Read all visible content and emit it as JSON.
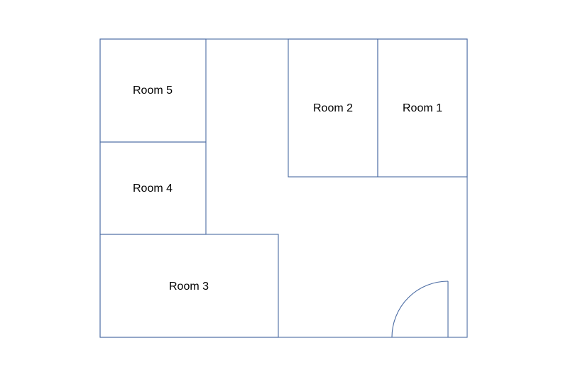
{
  "floorplan": {
    "line_color": "#4a6ba3",
    "rooms": [
      {
        "label": "Room 1"
      },
      {
        "label": "Room 2"
      },
      {
        "label": "Room 3"
      },
      {
        "label": "Room 4"
      },
      {
        "label": "Room 5"
      }
    ],
    "door": {
      "icon": "door-swing-icon"
    }
  }
}
